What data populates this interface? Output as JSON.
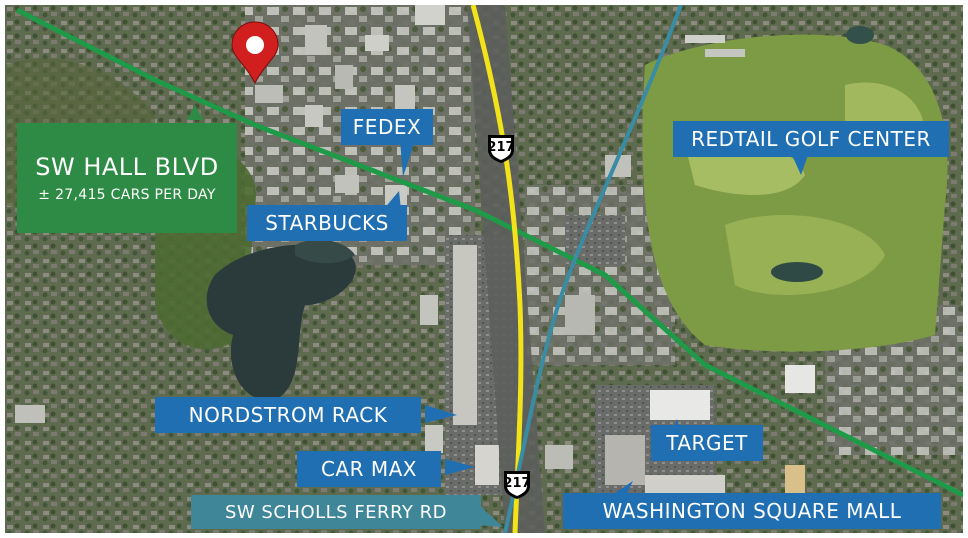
{
  "map": {
    "base": "aerial-satellite",
    "roads": [
      {
        "name": "SW HALL BLVD",
        "color": "#1f9a48"
      },
      {
        "name": "217",
        "color": "#f2e21a"
      },
      {
        "name": "SW SCHOLLS FERRY RD",
        "color": "#3a8ca3"
      }
    ]
  },
  "callouts": {
    "hall_blvd": {
      "title": "SW HALL BLVD",
      "traffic": "± 27,415 CARS PER DAY"
    },
    "fedex": "FEDEX",
    "starbucks": "STARBUCKS",
    "redtail": "REDTAIL GOLF CENTER",
    "nordstrom": "NORDSTROM RACK",
    "car_max": "CAR MAX",
    "target": "TARGET",
    "washington_square": "WASHINGTON SQUARE MALL",
    "scholls_ferry": "SW SCHOLLS FERRY RD"
  },
  "highway_shields": [
    {
      "number": "217"
    },
    {
      "number": "217"
    }
  ],
  "marker": {
    "icon": "location-pin-icon",
    "color": "#d11f1f"
  }
}
